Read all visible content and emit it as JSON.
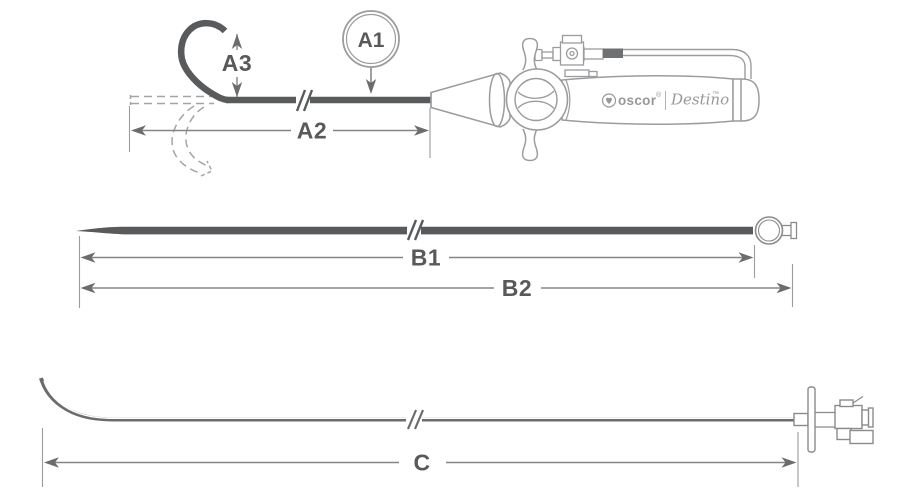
{
  "colors": {
    "background": "#ffffff",
    "outline_gray": "#9b9c9e",
    "shaft_dark": "#595a5c",
    "dimension_line_gray": "#85868a",
    "arrow_gray": "#6b6c6e",
    "label_gray": "#58595b",
    "logo_gray": "#97989a"
  },
  "diagrams": {
    "steerable_sheath": {
      "labels": {
        "a1": "A1",
        "a2": "A2",
        "a3": "A3"
      },
      "branding": {
        "heart_icon": "heart-in-circle",
        "brand": "oscor",
        "brand_mark": "®",
        "product": "Destino",
        "product_mark": "™"
      }
    },
    "dilator": {
      "labels": {
        "b1": "B1",
        "b2": "B2"
      }
    },
    "sheath_body": {
      "labels": {
        "c": "C"
      }
    }
  }
}
